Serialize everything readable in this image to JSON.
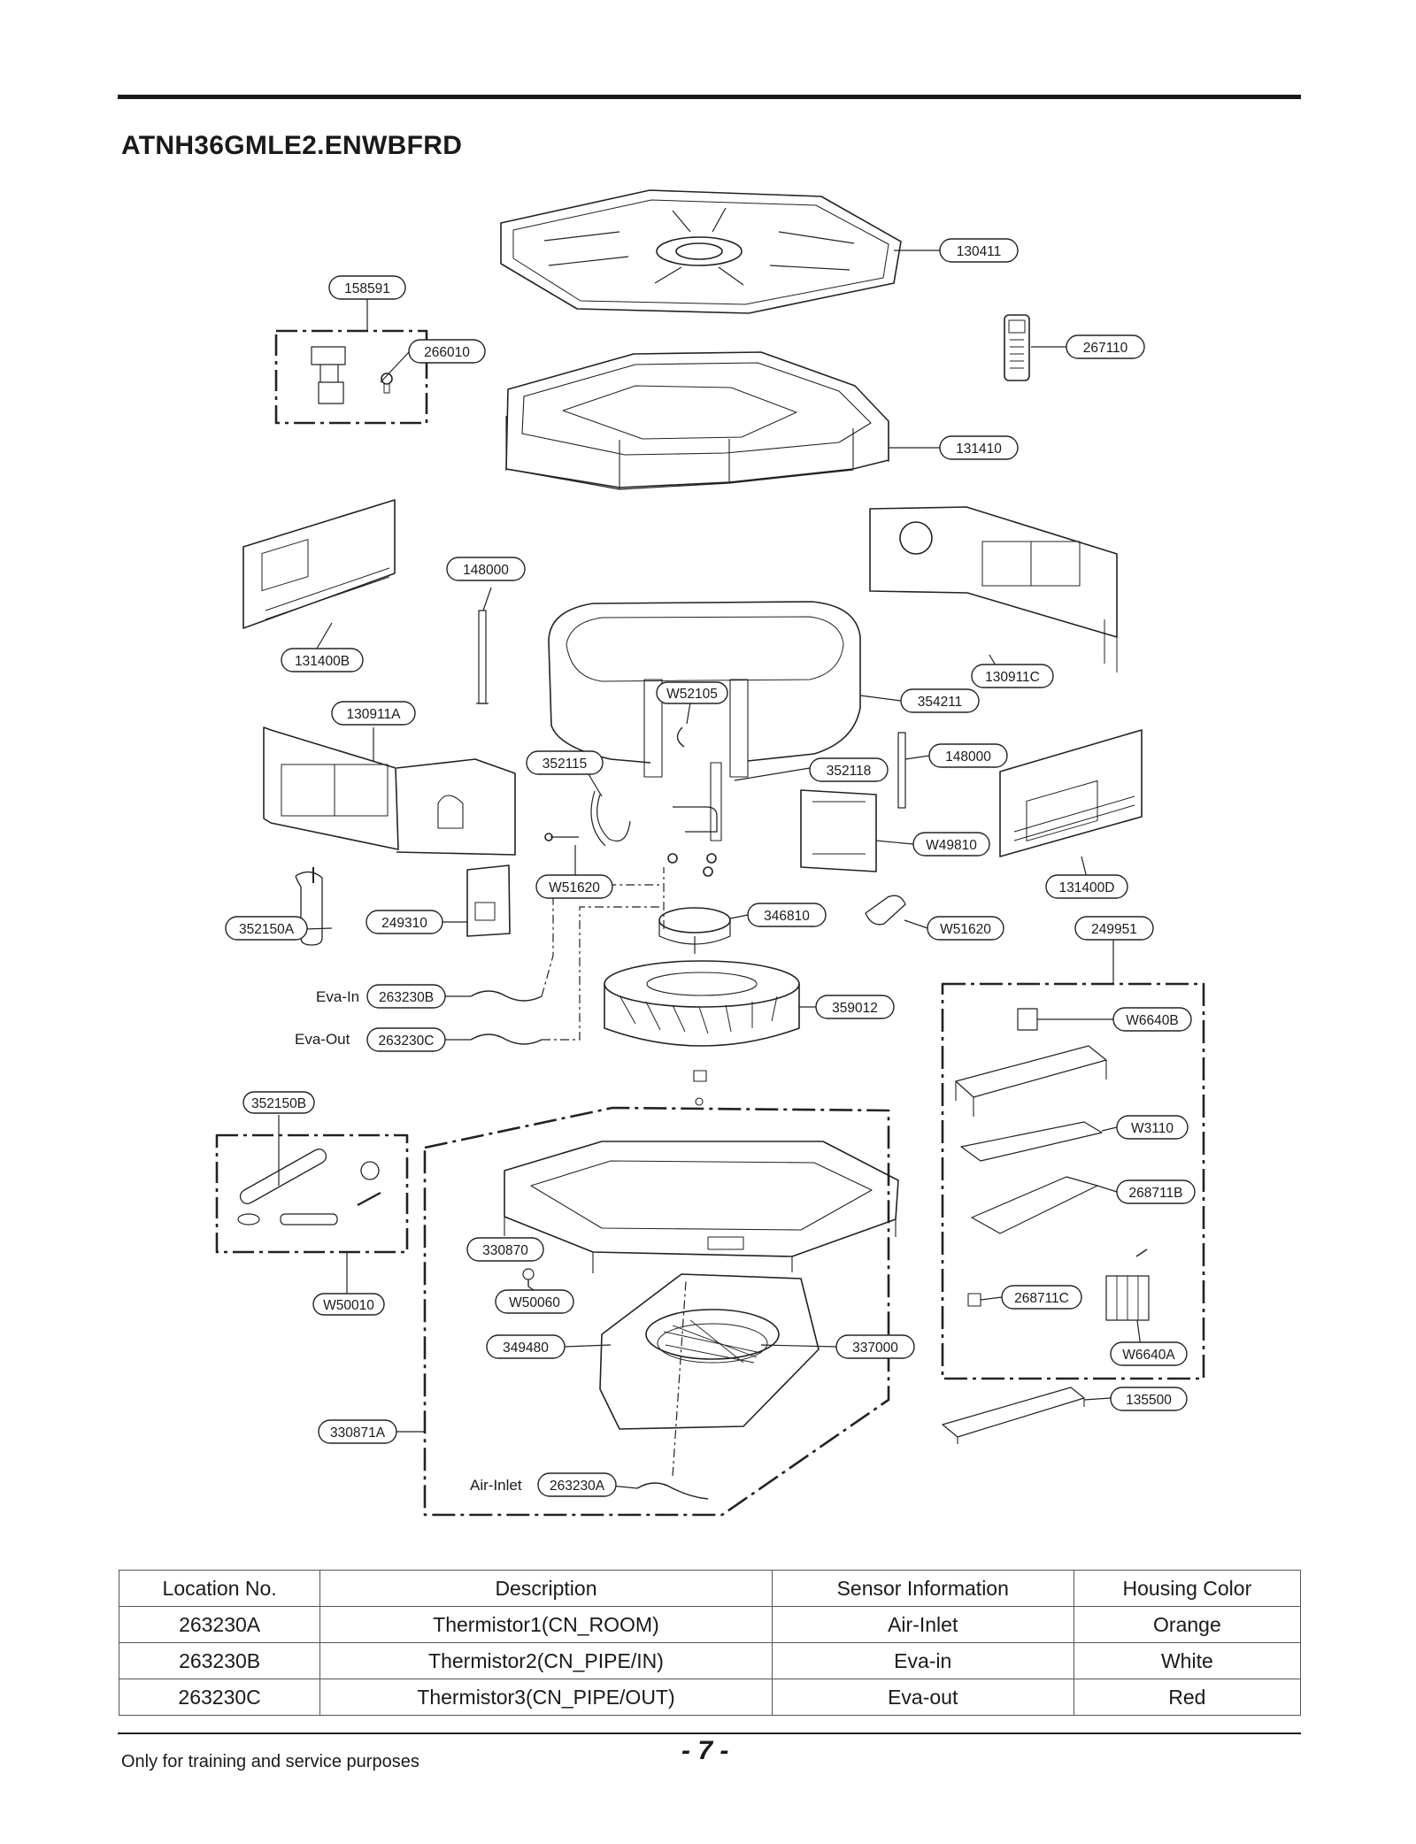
{
  "page": {
    "model": "ATNH36GMLE2.ENWBFRD",
    "page_number": "- 7 -",
    "footer_note": "Only for training and service purposes"
  },
  "diagram": {
    "callouts": [
      {
        "id": "c1",
        "label": "130411"
      },
      {
        "id": "c2",
        "label": "158591"
      },
      {
        "id": "c3",
        "label": "266010"
      },
      {
        "id": "c4",
        "label": "267110"
      },
      {
        "id": "c5",
        "label": "131410"
      },
      {
        "id": "c6",
        "label": "148000"
      },
      {
        "id": "c7",
        "label": "131400B"
      },
      {
        "id": "c8",
        "label": "130911C"
      },
      {
        "id": "c9",
        "label": "W52105"
      },
      {
        "id": "c10",
        "label": "354211"
      },
      {
        "id": "c11",
        "label": "130911A"
      },
      {
        "id": "c12",
        "label": "352115"
      },
      {
        "id": "c13",
        "label": "352118"
      },
      {
        "id": "c14",
        "label": "148000"
      },
      {
        "id": "c15",
        "label": "W49810"
      },
      {
        "id": "c16",
        "label": "W51620"
      },
      {
        "id": "c17",
        "label": "131400D"
      },
      {
        "id": "c18",
        "label": "352150A"
      },
      {
        "id": "c19",
        "label": "249310"
      },
      {
        "id": "c20",
        "label": "346810"
      },
      {
        "id": "c21",
        "label": "W51620"
      },
      {
        "id": "c22",
        "label": "249951"
      },
      {
        "id": "c23",
        "label": "263230B"
      },
      {
        "id": "c24",
        "label": "359012"
      },
      {
        "id": "c25",
        "label": "W6640B"
      },
      {
        "id": "c26",
        "label": "263230C"
      },
      {
        "id": "c27",
        "label": "352150B"
      },
      {
        "id": "c28",
        "label": "W3110"
      },
      {
        "id": "c29",
        "label": "268711B"
      },
      {
        "id": "c30",
        "label": "330870"
      },
      {
        "id": "c31",
        "label": "W50010"
      },
      {
        "id": "c32",
        "label": "W50060"
      },
      {
        "id": "c33",
        "label": "268711C"
      },
      {
        "id": "c34",
        "label": "349480"
      },
      {
        "id": "c35",
        "label": "337000"
      },
      {
        "id": "c36",
        "label": "W6640A"
      },
      {
        "id": "c37",
        "label": "135500"
      },
      {
        "id": "c38",
        "label": "330871A"
      },
      {
        "id": "c39",
        "label": "263230A"
      }
    ],
    "side_labels": {
      "eva_in": "Eva-In",
      "eva_out": "Eva-Out",
      "air_inlet": "Air-Inlet"
    }
  },
  "sensor_table": {
    "headers": [
      "Location No.",
      "Description",
      "Sensor Information",
      "Housing Color"
    ],
    "rows": [
      [
        "263230A",
        "Thermistor1(CN_ROOM)",
        "Air-Inlet",
        "Orange"
      ],
      [
        "263230B",
        "Thermistor2(CN_PIPE/IN)",
        "Eva-in",
        "White"
      ],
      [
        "263230C",
        "Thermistor3(CN_PIPE/OUT)",
        "Eva-out",
        "Red"
      ]
    ]
  }
}
